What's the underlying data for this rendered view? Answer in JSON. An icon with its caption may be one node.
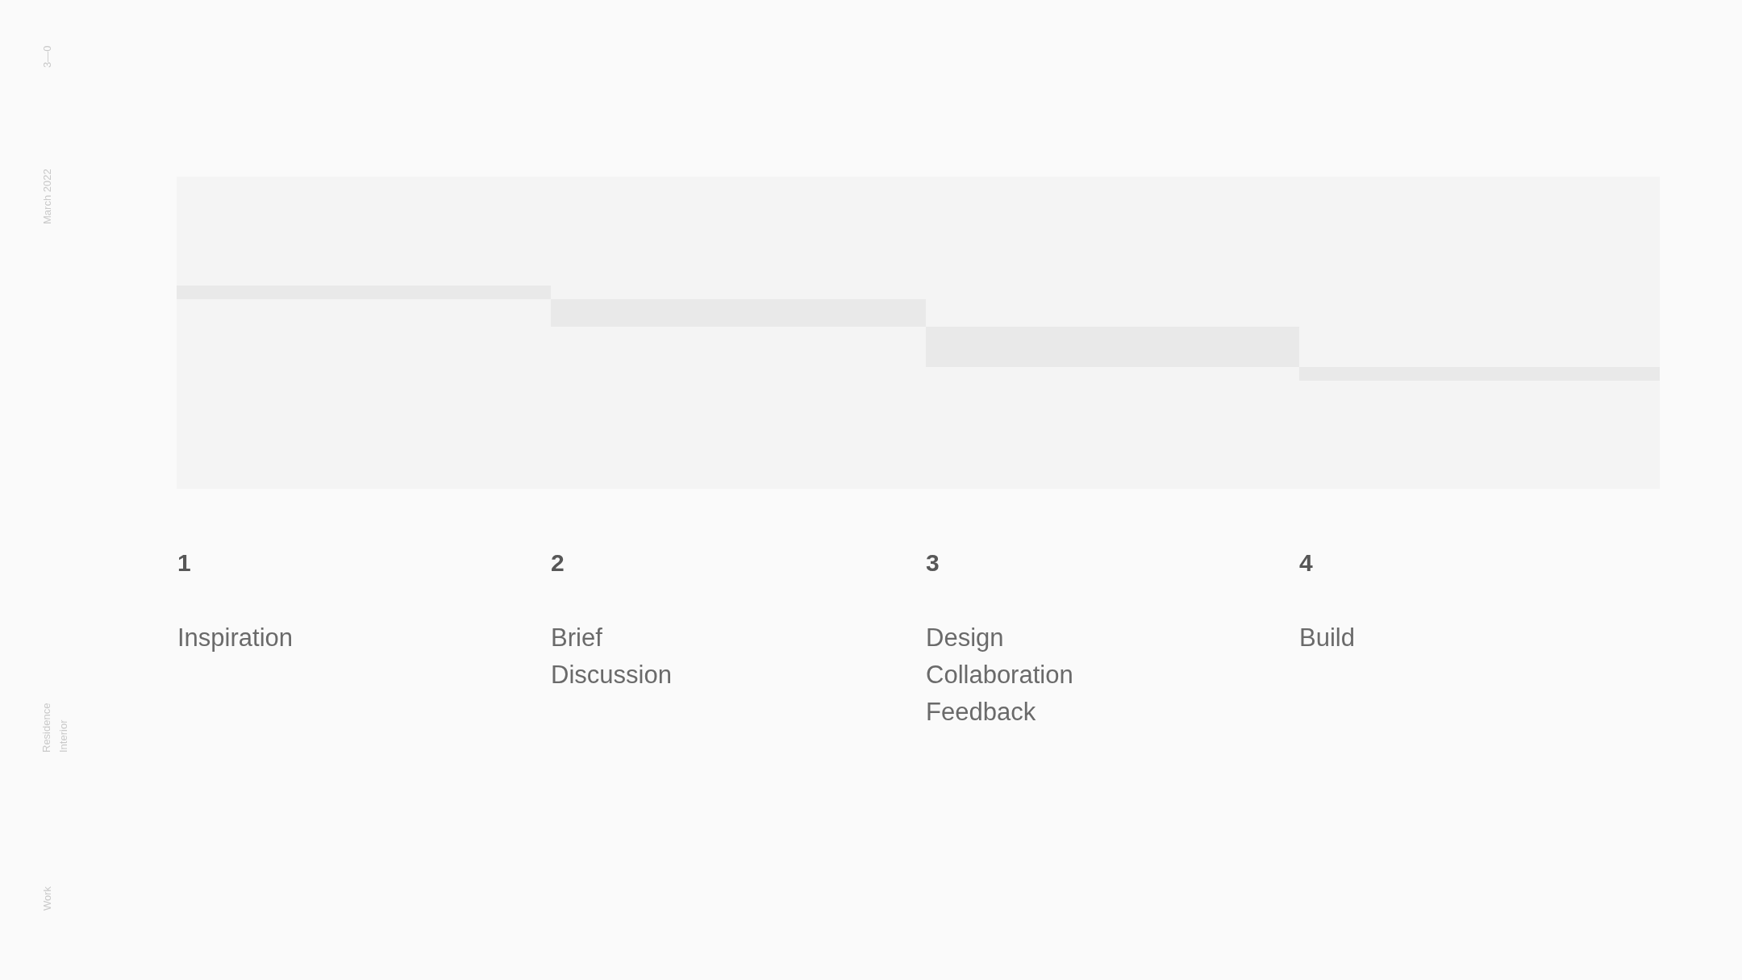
{
  "diagram": {
    "labels": [
      "3—0",
      "March 2022",
      "Residence Interior",
      "Work",
      "1",
      "Inspiration",
      "2",
      "Brief",
      "Discussion",
      "3",
      "Design",
      "Collaboration",
      "Feedback",
      "4",
      "Build"
    ]
  }
}
